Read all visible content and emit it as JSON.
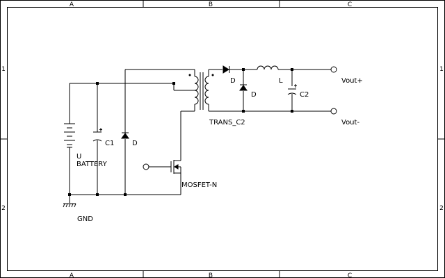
{
  "frame": {
    "zone_top": [
      "A",
      "B",
      "C"
    ],
    "zone_bottom": [
      "A",
      "B",
      "C"
    ],
    "zone_left": [
      "1",
      "2"
    ],
    "zone_right": [
      "1",
      "2"
    ]
  },
  "labels": {
    "battery_ref": "U",
    "battery_value": "BATTERY",
    "c1": "C1",
    "d_clamp": "D",
    "gnd": "GND",
    "mosfet": "MOSFET-N",
    "transformer": "TRANS_C2",
    "d_forward": "D",
    "d_freewheel": "D",
    "inductor": "L",
    "c2": "C2",
    "vout_plus": "Vout+",
    "vout_minus": "Vout-"
  }
}
